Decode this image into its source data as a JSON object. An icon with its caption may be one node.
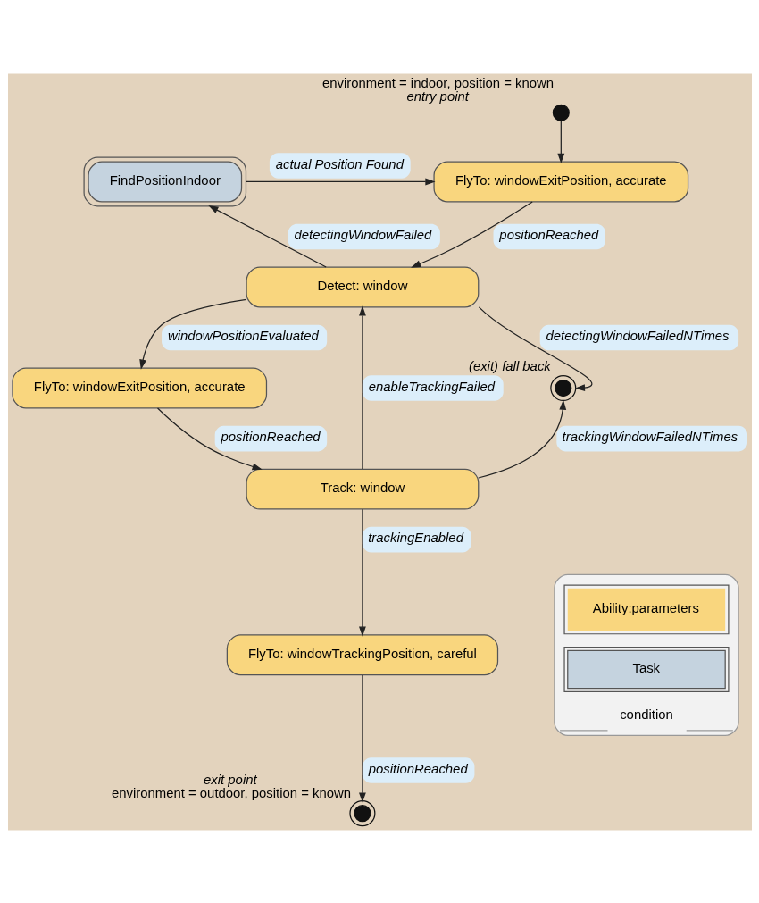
{
  "diagram": {
    "nodes": [
      {
        "text": [],
        "shape": "circle",
        "beside": [
          "environment = indoor, position = known",
          "entry point"
        ]
      },
      {
        "text": [
          "FlyTo: windowExitPosition, accurate"
        ]
      },
      {
        "text": [
          "FindPositionIndoor"
        ]
      },
      {
        "text": [
          "Detect: window"
        ]
      },
      {
        "text": [
          "FlyTo: windowExitPosition, accurate"
        ]
      },
      {
        "text": [],
        "shape": "circle",
        "beside": [
          "(exit) fall back"
        ]
      },
      {
        "text": [
          "Track: window"
        ]
      },
      {
        "text": [
          "FlyTo: windowTrackingPosition, careful"
        ]
      },
      {
        "text": [],
        "shape": "circle",
        "beside": [
          "exit point",
          "environment = outdoor, position = known"
        ]
      }
    ],
    "edges": [
      {
        "from": 0,
        "to": 1,
        "arrow": "to"
      },
      {
        "from": 1,
        "to": 3,
        "arrow": "to",
        "label": "positionReached"
      },
      {
        "from": 3,
        "to": 2,
        "arrow": "to",
        "label": "detectingWindowFailed"
      },
      {
        "from": 2,
        "to": 1,
        "arrow": "to",
        "label": "actual Position Found"
      },
      {
        "from": 3,
        "to": 4,
        "arrow": "to",
        "label": "windowPositionEvaluated"
      },
      {
        "from": 3,
        "to": 5,
        "arrow": "to",
        "label": "detectingWindowFailedNTimes"
      },
      {
        "from": 4,
        "to": 6,
        "arrow": "to",
        "label": "positionReached"
      },
      {
        "from": 6,
        "to": 3,
        "arrow": "to",
        "label": "enableTrackingFailed"
      },
      {
        "from": 6,
        "to": 5,
        "arrow": "to",
        "label": "trackingWindowFailedNTimes"
      },
      {
        "from": 6,
        "to": 7,
        "arrow": "to",
        "label": "trackingEnabled"
      },
      {
        "from": 7,
        "to": 8,
        "arrow": "to",
        "label": "positionReached"
      }
    ],
    "legend": [
      {
        "text": "Ability:parameters",
        "color": "#f9d67e"
      },
      {
        "text": "Task",
        "color": "#c5d3df"
      },
      {
        "text": "condition"
      }
    ]
  }
}
